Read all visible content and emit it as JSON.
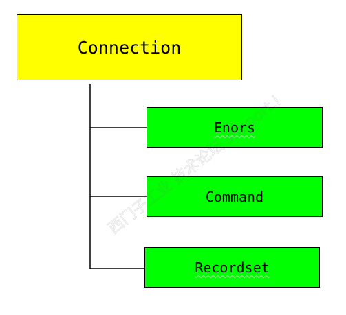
{
  "colors": {
    "root_fill": "#ffff00",
    "child_fill": "#00ff00",
    "border": "#000000",
    "line": "#000000"
  },
  "root": {
    "label": "Connection"
  },
  "children": [
    {
      "label": "Enors"
    },
    {
      "label": "Command"
    },
    {
      "label": "Recordset"
    }
  ],
  "watermark": {
    "text": "西门子工业  技术论坛  support.industry.siemens.com/cs"
  }
}
